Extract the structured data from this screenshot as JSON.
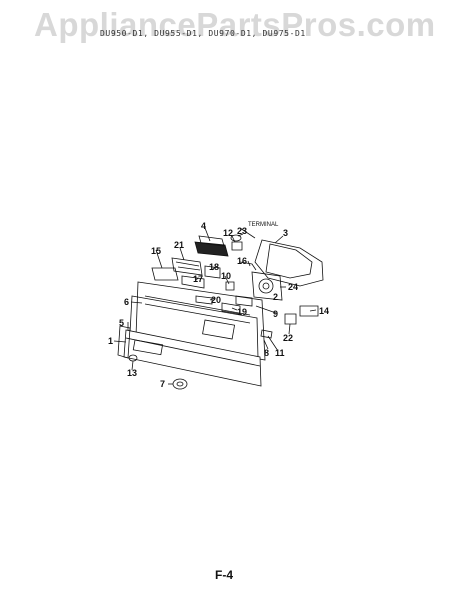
{
  "watermark": "AppliancePartsPros.com",
  "model_line": "DU950-D1, DU955-D1, DU970-D1, DU975-D1",
  "page_label": "F-4",
  "terminal_label": "TERMINAL",
  "callouts": [
    "1",
    "2",
    "3",
    "4",
    "5",
    "6",
    "7",
    "8",
    "9",
    "10",
    "11",
    "12",
    "13",
    "14",
    "15",
    "16",
    "17",
    "18",
    "19",
    "20",
    "21",
    "22",
    "23",
    "24"
  ]
}
